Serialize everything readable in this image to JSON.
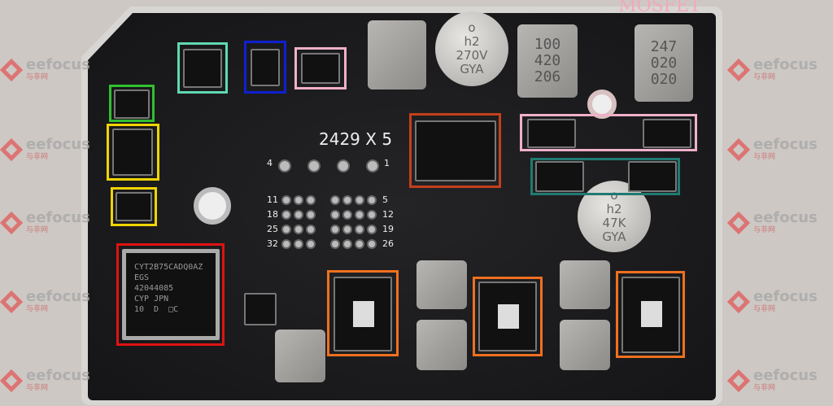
{
  "caption_partial": "MOSFET",
  "watermark": {
    "brand": "eefocus",
    "sub": "与非网"
  },
  "silkscreen": {
    "board_code": "2429 X 5",
    "pins": [
      "4",
      "1",
      "11",
      "5",
      "18",
      "12",
      "25",
      "19",
      "32",
      "26"
    ]
  },
  "mcu": {
    "lines": [
      "CYT2B75CADQ0AZ",
      "EGS",
      "42044085",
      "CYP JPN"
    ],
    "col2": [
      "10",
      "D",
      "□C"
    ]
  },
  "capacitor_1": [
    "o",
    "h2",
    "270V",
    "GYA"
  ],
  "capacitor_2": [
    "o",
    "h2",
    "47K",
    "GYA"
  ],
  "inductor_1": [
    "100",
    "420",
    "206"
  ],
  "inductor_2": [
    "247",
    "020",
    "020"
  ],
  "highlight_colors": {
    "red": "#e01212",
    "orange": "#f07020",
    "brick": "#c4401a",
    "yellow": "#f0d400",
    "green": "#30c030",
    "mint": "#60d8b0",
    "blue": "#1020d0",
    "pink": "#f0b0c8",
    "teal": "#207a72"
  }
}
